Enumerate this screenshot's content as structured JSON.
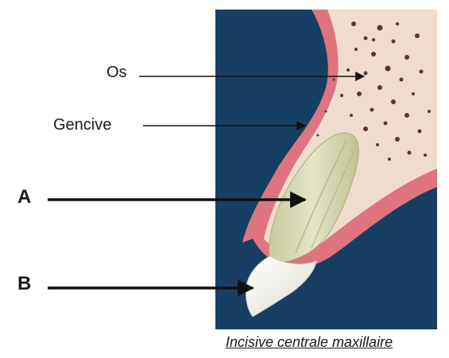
{
  "labels": {
    "os": "Os",
    "gencive": "Gencive",
    "a": "A",
    "b": "B"
  },
  "caption": "Incisive centrale maxillaire",
  "colors": {
    "background_panel": "#173f63",
    "gum": "#e0747e",
    "bone": "#f0dccf",
    "bone_pores": "#5a3a2a",
    "root": "#d7d9b4",
    "crown": "#f6f2ea",
    "arrow": "#111111"
  }
}
